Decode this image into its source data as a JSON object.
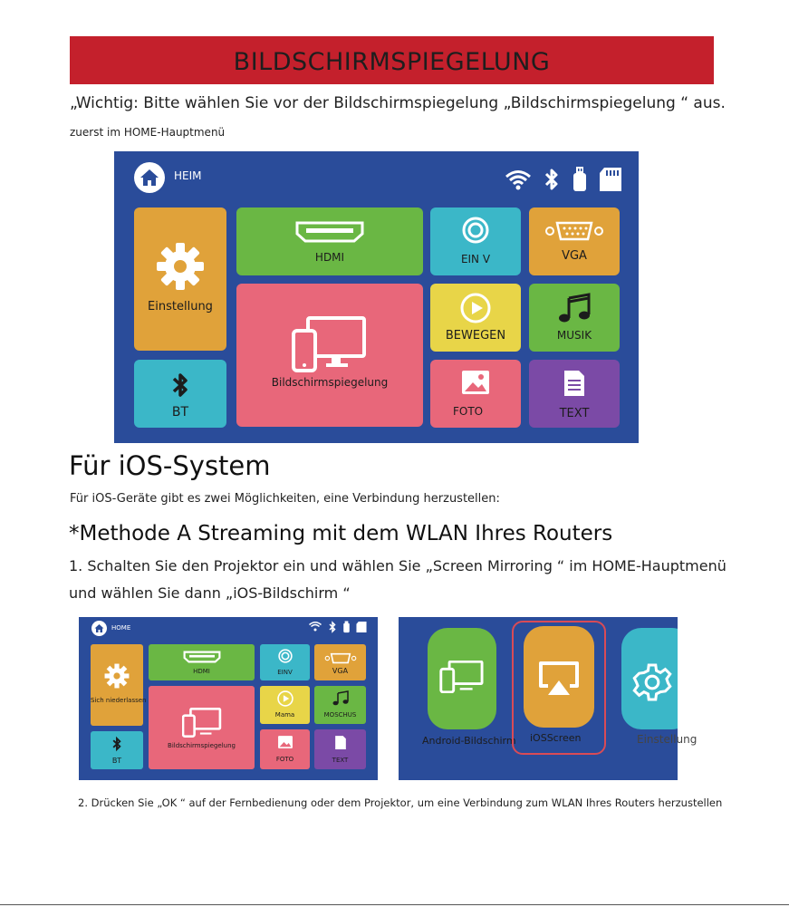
{
  "banner": {
    "title": "BILDSCHIRMSPIEGELUNG",
    "color": "#c4202c"
  },
  "intro": {
    "important": "„Wichtig: Bitte wählen Sie vor der Bildschirmspiegelung „Bildschirmspiegelung “ aus.",
    "first": "zuerst im HOME-Hauptmenü"
  },
  "home_screen": {
    "home_label": "HEIM",
    "status_icons": [
      "wifi-icon",
      "bluetooth-icon",
      "usb-icon",
      "sd-card-icon"
    ],
    "tiles": {
      "settings": "Einstellung",
      "hdmi": "HDMI",
      "einv": "EIN V",
      "vga": "VGA",
      "mirroring": "Bildschirmspiegelung",
      "movie": "BEWEGEN",
      "music": "MUSIK",
      "bt": "BT",
      "photo": "FOTO",
      "text": "TEXT"
    },
    "colors": {
      "background": "#2a4c9a",
      "orange": "#e0a23a",
      "green": "#6ab744",
      "teal": "#3bb7c8",
      "pink": "#e8677a",
      "yellow": "#e8d548",
      "purple": "#7b4aa6"
    }
  },
  "ios_section": {
    "heading": "Für iOS-System",
    "two_ways": "Für iOS-Geräte gibt es zwei Möglichkeiten, eine Verbindung herzustellen:",
    "method_a": "*Methode A Streaming mit dem WLAN Ihres Routers",
    "step1_line1": "1. Schalten Sie den Projektor ein und wählen Sie „Screen Mirroring “ im HOME-Hauptmenü",
    "step1_line2": "und wählen Sie dann „iOS-Bildschirm “",
    "step2": "2. Drücken Sie „OK “ auf der Fernbedienung oder dem Projektor, um eine Verbindung zum WLAN Ihres Routers herzustellen"
  },
  "small_screen": {
    "home_label": "HOME",
    "settings": "Sich niederlassen",
    "hdmi": "HDMI",
    "einv": "EINV",
    "vga": "VGA",
    "mirroring": "Bildschirmspiegelung",
    "movie": "Mama",
    "music": "MOSCHUS",
    "bt": "BT",
    "photo": "FOTO",
    "text": "TEXT"
  },
  "mirror_screen": {
    "android": "Android-Bildschirm",
    "ios": "iOSScreen",
    "settings": "Einstellung",
    "highlight_color": "#d94b56"
  }
}
